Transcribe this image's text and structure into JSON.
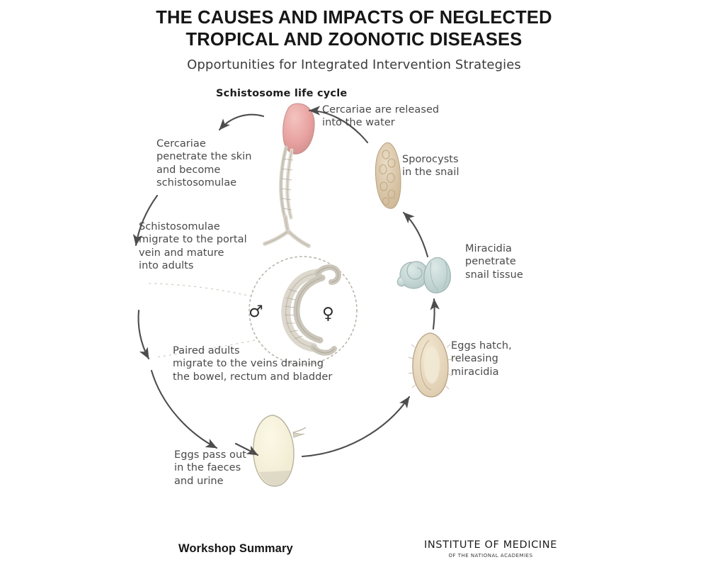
{
  "cover": {
    "background_color": "#ffffff",
    "title_line_1": "THE CAUSES AND IMPACTS OF NEGLECTED",
    "title_line_2": "TROPICAL AND ZOONOTIC DISEASES",
    "subtitle": "Opportunities for Integrated Intervention Strategies"
  },
  "diagram": {
    "heading": "Schistosome life cycle",
    "text_color": "#4a4a4a",
    "arrow_color": "#4d4d4d",
    "labels": {
      "cercariae_released": "Cercariae are released\ninto the water",
      "sporocysts_in_snail": "Sporocysts\nin the snail",
      "cercariae_penetrate": "Cercariae\npenetrate the skin\nand become\nschistosomulae",
      "schistosomulae_migrate": "Schistosomulae\nmigrate to the portal\nvein and mature\ninto adults",
      "miracidia_penetrate": "Miracidia\npenetrate\nsnail tissue",
      "eggs_hatch": "Eggs hatch,\nreleasing\nmiracidia",
      "paired_adults": "Paired adults\nmigrate to the veins draining\nthe bowel, rectum and bladder",
      "eggs_pass_out": "Eggs pass out\nin the faeces\nand urine"
    },
    "organisms": {
      "cercaria": {
        "name": "cercaria",
        "body_color": "#e8a2a0",
        "tail_color": "#ded8cd"
      },
      "sporocyst": {
        "name": "sporocyst",
        "color": "#d9c5a9"
      },
      "miracidium": {
        "name": "miracidium",
        "color": "#c3d4d2"
      },
      "snail": {
        "name": "snail",
        "color": "#c8d6d4"
      },
      "egg_hatching": {
        "name": "egg-hatching",
        "color": "#e4d6c0"
      },
      "egg_passed": {
        "name": "egg-passed",
        "color": "#f5f1d8"
      },
      "adult_pair": {
        "name": "adult-worm-pair",
        "color": "#d8d4cc"
      }
    },
    "magnifier": {
      "male_symbol": "♂",
      "female_symbol": "♀"
    }
  },
  "footer": {
    "workshop_label": "Workshop Summary",
    "publisher_name": "INSTITUTE OF MEDICINE",
    "publisher_sub": "OF THE NATIONAL ACADEMIES"
  }
}
